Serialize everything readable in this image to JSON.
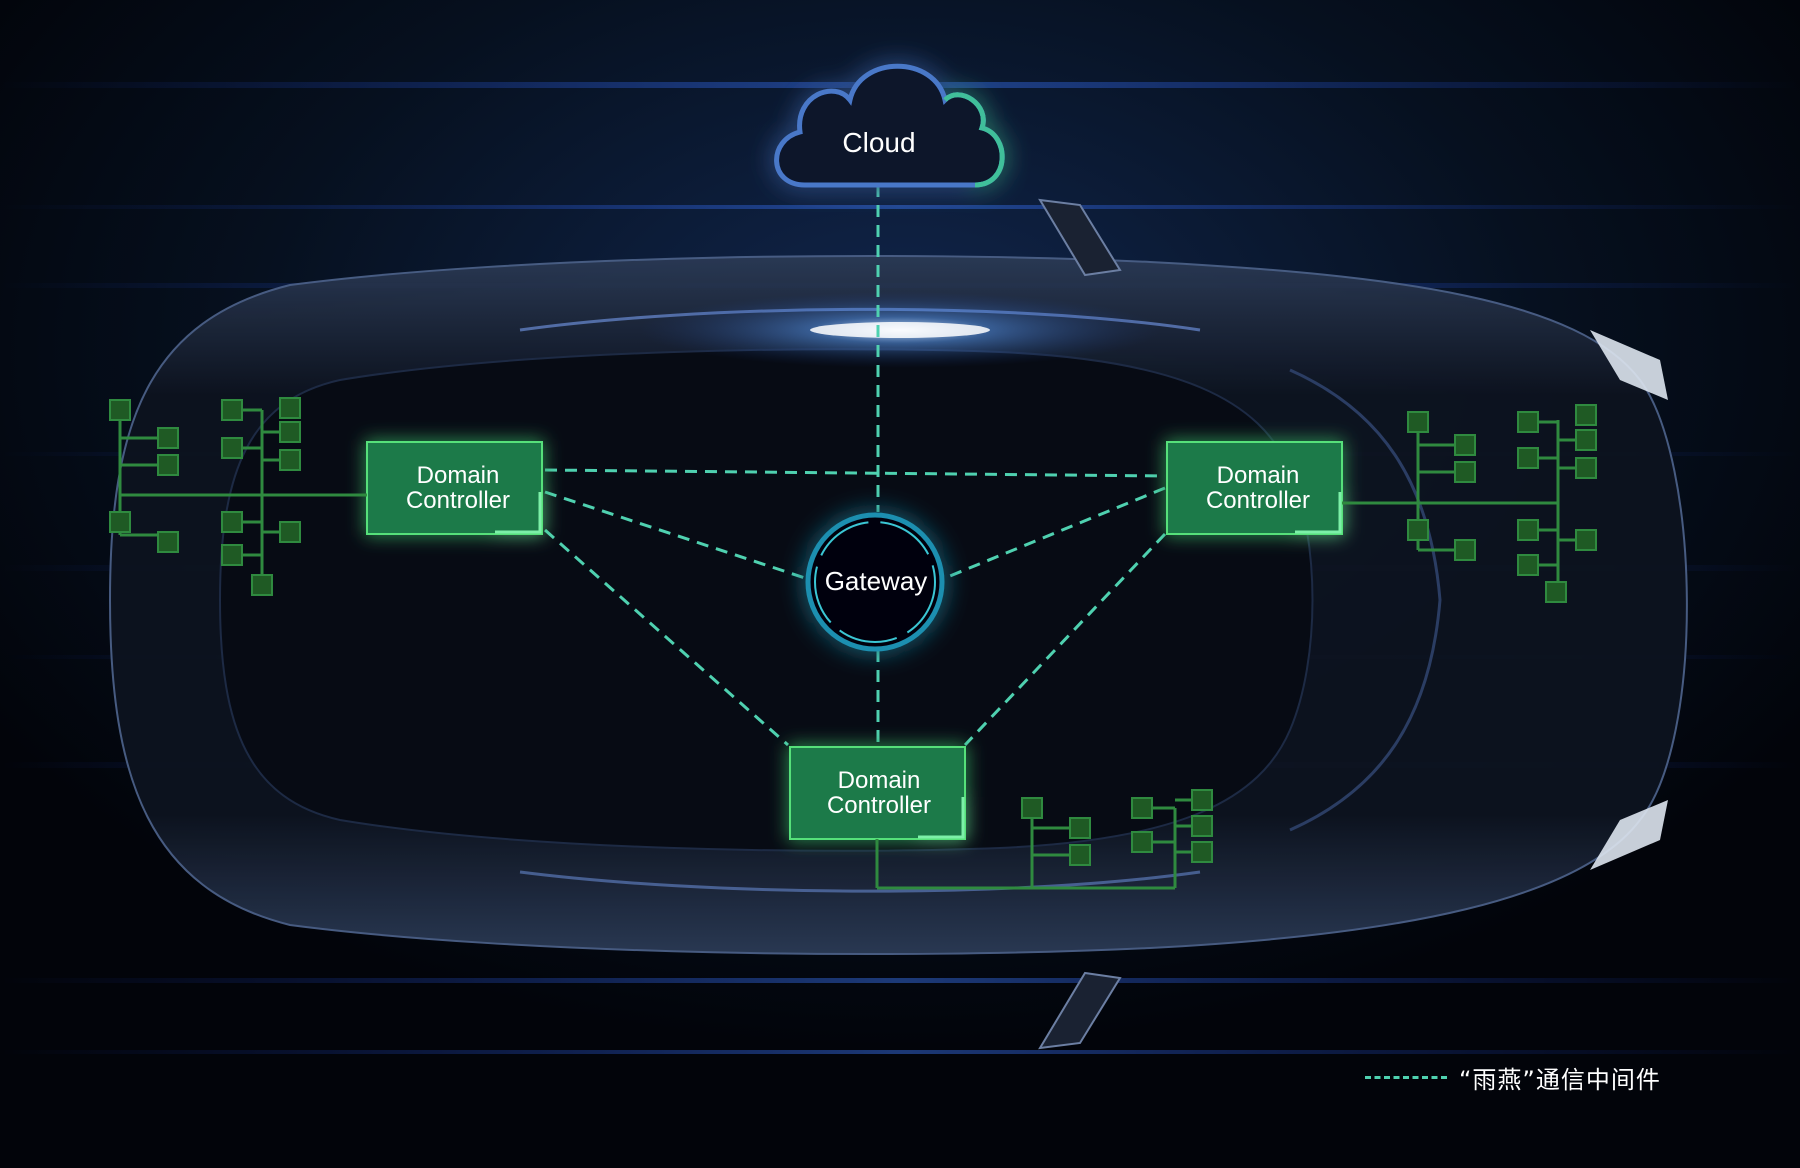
{
  "diagram": {
    "cloud": {
      "label": "Cloud"
    },
    "gateway": {
      "label": "Gateway"
    },
    "domain_controllers": [
      {
        "id": "left",
        "line1": "Domain",
        "line2": "Controller"
      },
      {
        "id": "right",
        "line1": "Domain",
        "line2": "Controller"
      },
      {
        "id": "bottom",
        "line1": "Domain",
        "line2": "Controller"
      }
    ],
    "legend": {
      "label": "“雨燕”通信中间件"
    }
  },
  "colors": {
    "background": "#04070f",
    "dashed_link": "#4fd1b0",
    "controller_fill": "#1f7a48",
    "controller_glow": "#57e07a",
    "bus_line": "#2f8a3f",
    "node_fill": "#1f5a24",
    "cloud_outline": "#4a78c8",
    "label_text": "#ffffff"
  }
}
